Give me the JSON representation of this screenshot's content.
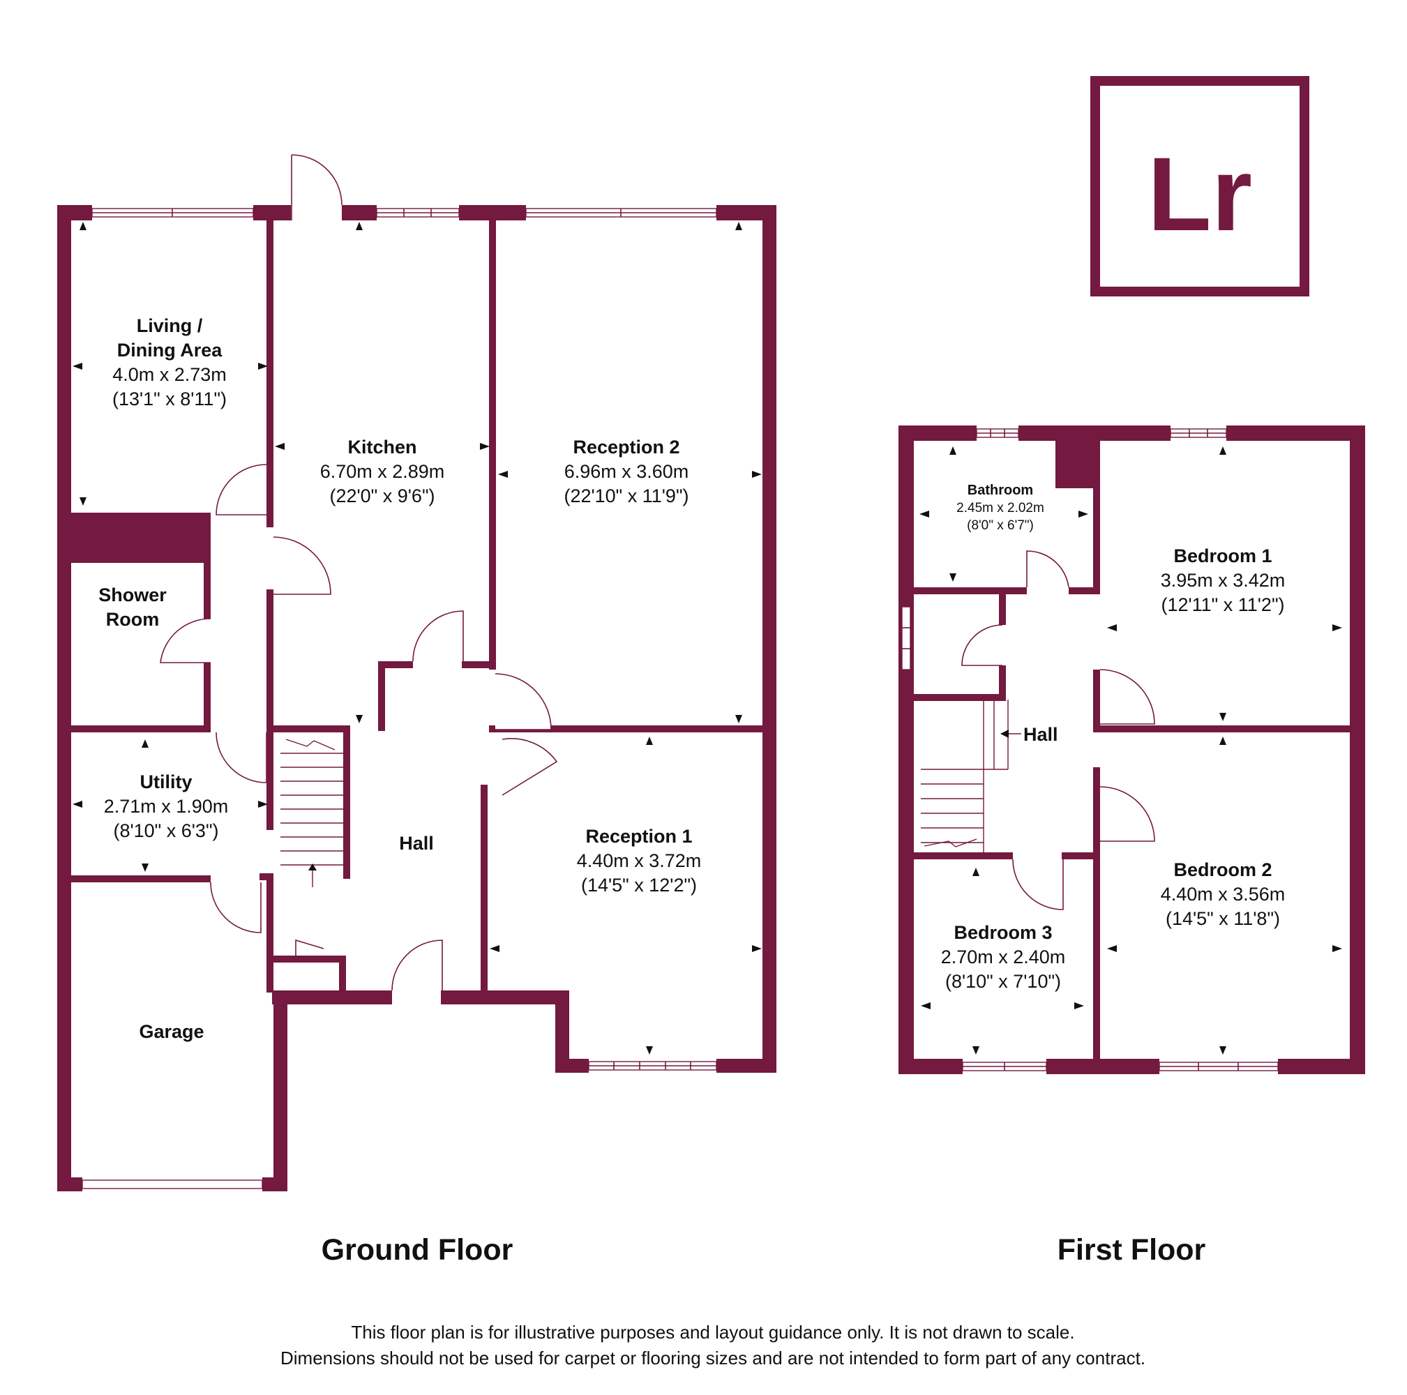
{
  "brand": {
    "logo_text": "Lr",
    "color": "#74193f"
  },
  "floors": {
    "ground": {
      "title": "Ground Floor"
    },
    "first": {
      "title": "First Floor"
    }
  },
  "rooms": {
    "living": {
      "name_line1": "Living /",
      "name_line2": "Dining Area",
      "dim_metric": "4.0m x 2.73m",
      "dim_imperial": "(13'1\" x 8'11\")"
    },
    "kitchen": {
      "name": "Kitchen",
      "dim_metric": "6.70m x 2.89m",
      "dim_imperial": "(22'0\" x 9'6\")"
    },
    "reception2": {
      "name": "Reception 2",
      "dim_metric": "6.96m x 3.60m",
      "dim_imperial": "(22'10\" x 11'9\")"
    },
    "shower": {
      "name_line1": "Shower",
      "name_line2": "Room"
    },
    "utility": {
      "name": "Utility",
      "dim_metric": "2.71m x 1.90m",
      "dim_imperial": "(8'10\" x 6'3\")"
    },
    "hall_ground": {
      "name": "Hall"
    },
    "reception1": {
      "name": "Reception 1",
      "dim_metric": "4.40m x 3.72m",
      "dim_imperial": "(14'5\" x 12'2\")"
    },
    "garage": {
      "name": "Garage"
    },
    "bathroom": {
      "name": "Bathroom",
      "dim_metric": "2.45m x 2.02m",
      "dim_imperial": "(8'0\" x 6'7\")"
    },
    "bedroom1": {
      "name": "Bedroom 1",
      "dim_metric": "3.95m x 3.42m",
      "dim_imperial": "(12'11\" x 11'2\")"
    },
    "hall_first": {
      "name": "Hall"
    },
    "bedroom2": {
      "name": "Bedroom 2",
      "dim_metric": "4.40m x 3.56m",
      "dim_imperial": "(14'5\" x 11'8\")"
    },
    "bedroom3": {
      "name": "Bedroom 3",
      "dim_metric": "2.70m x 2.40m",
      "dim_imperial": "(8'10\" x 7'10\")"
    }
  },
  "disclaimer": {
    "line1": "This floor plan is for illustrative purposes and layout guidance only. It is not drawn to scale.",
    "line2": "Dimensions should not be used for carpet or flooring sizes and are not intended to form part of any contract."
  }
}
